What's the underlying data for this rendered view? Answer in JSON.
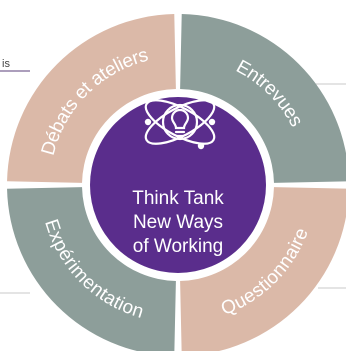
{
  "center": {
    "lines": [
      "Think Tank",
      "New Ways",
      "of Working"
    ],
    "icon": "lightbulb-atom-icon",
    "color": "#5a2d8c"
  },
  "segments": [
    {
      "label": "Débats et ateliers",
      "color": "#dbb9a8"
    },
    {
      "label": "Entrevues",
      "color": "#8d9e9a"
    },
    {
      "label": "Questionnaire",
      "color": "#dbb9a8"
    },
    {
      "label": "Expérimentation",
      "color": "#8d9e9a"
    }
  ],
  "edge_text": {
    "left_fragment": "is"
  }
}
